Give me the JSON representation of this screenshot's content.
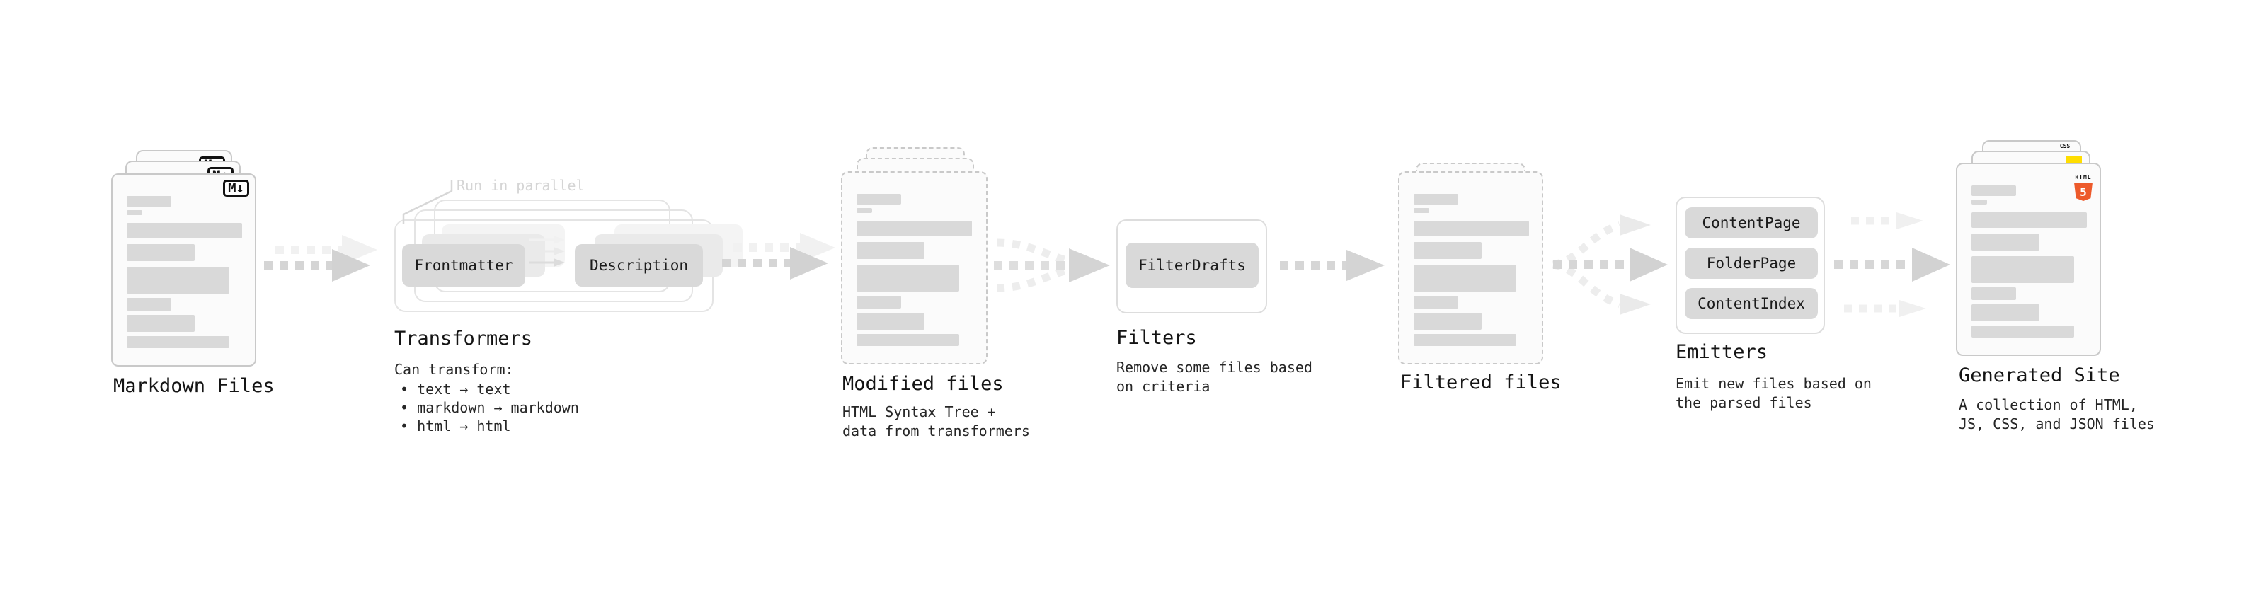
{
  "sections": {
    "markdown_files": {
      "label": "Markdown Files",
      "badge": "M↓"
    },
    "transformers": {
      "label": "Transformers",
      "annotation": "Run in parallel",
      "boxes": [
        "Frontmatter",
        "Description"
      ],
      "description_heading": "Can transform:",
      "bullets": [
        "• text → text",
        "• markdown → markdown",
        "• html → html"
      ]
    },
    "modified_files": {
      "label": "Modified files",
      "description": [
        "HTML Syntax Tree +",
        "data from transformers"
      ]
    },
    "filters": {
      "label": "Filters",
      "boxes": [
        "FilterDrafts"
      ],
      "description": [
        "Remove some files based",
        "on criteria"
      ]
    },
    "filtered_files": {
      "label": "Filtered files"
    },
    "emitters": {
      "label": "Emitters",
      "boxes": [
        "ContentPage",
        "FolderPage",
        "ContentIndex"
      ],
      "description": [
        "Emit new files based on",
        "the parsed files"
      ]
    },
    "generated_site": {
      "label": "Generated Site",
      "description": [
        "A collection of HTML,",
        "JS, CSS, and JSON files"
      ],
      "badges": {
        "css": "CSS",
        "html5_text": "HTML",
        "html5_number": "5"
      }
    }
  },
  "icons": {
    "markdown_badge": "markdown-logo",
    "css_badge": "css-file-tag",
    "js_badge": "js-yellow-tag",
    "html5_badge": "html5-shield",
    "flow_arrows": "dashed-right-arrows"
  },
  "colors": {
    "background": "#ffffff",
    "document_fill": "#fbfbfb",
    "document_border": "#c9c9c9",
    "content_line": "#d9d9d9",
    "box_gray": "#d9d9d9",
    "container_border": "#e4e4e4",
    "arrow_gray": "#d5d5d5",
    "arrow_light": "#f0f0f0",
    "annotation_gray": "#d5d5d5",
    "html5_orange": "#ed5a2b",
    "js_yellow": "#ffdd00",
    "css_blue": "#2b6ce0",
    "text": "#141414"
  }
}
